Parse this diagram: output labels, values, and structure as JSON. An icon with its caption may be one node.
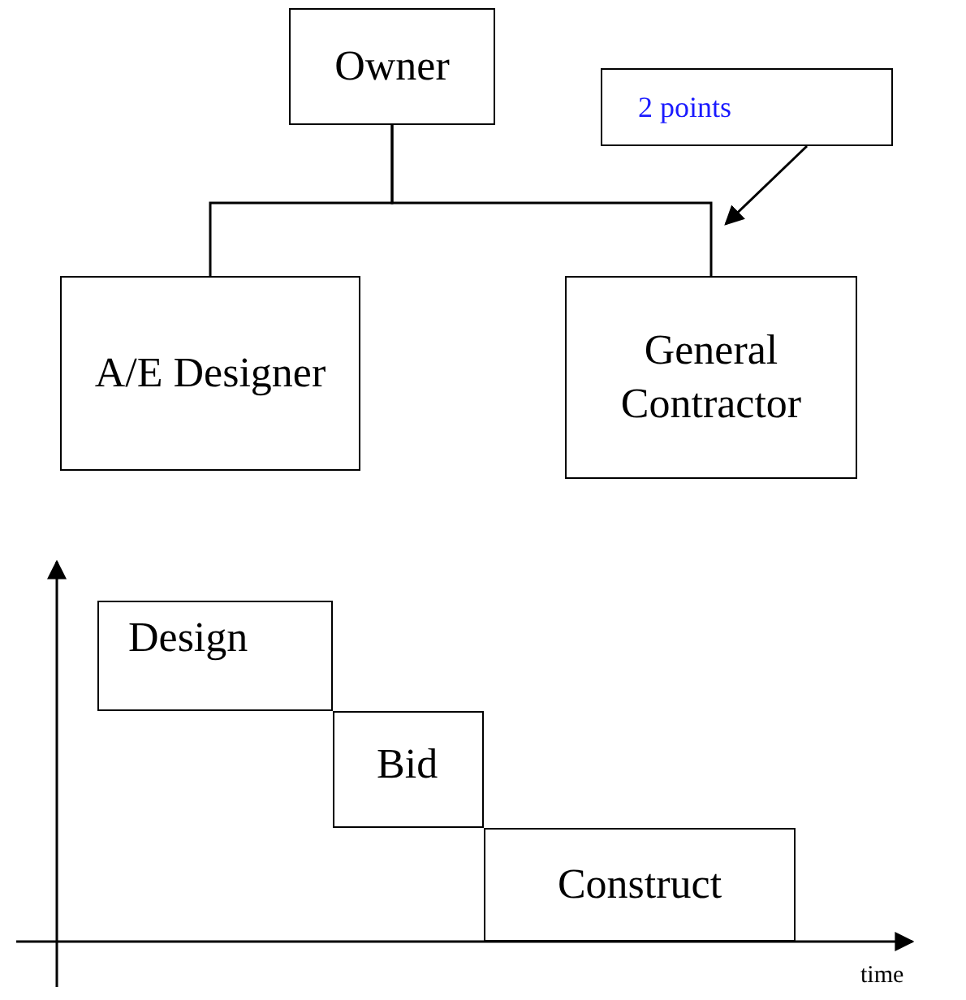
{
  "diagram": {
    "nodes": [
      {
        "text": [
          "Owner"
        ]
      },
      {
        "text": [
          "A/E Designer"
        ]
      },
      {
        "text": [
          "General Contractor"
        ]
      },
      {
        "text": [
          "2 points"
        ]
      },
      {
        "text": [
          "Design"
        ]
      },
      {
        "text": [
          "Bid"
        ]
      },
      {
        "text": [
          "Construct"
        ]
      }
    ],
    "edges": [
      {
        "from": 0,
        "to": 1,
        "arrow": "none"
      },
      {
        "from": 0,
        "to": 2,
        "arrow": "none"
      },
      {
        "from": 3,
        "to": null,
        "arrow": "to"
      }
    ],
    "labels": [
      "time"
    ]
  }
}
